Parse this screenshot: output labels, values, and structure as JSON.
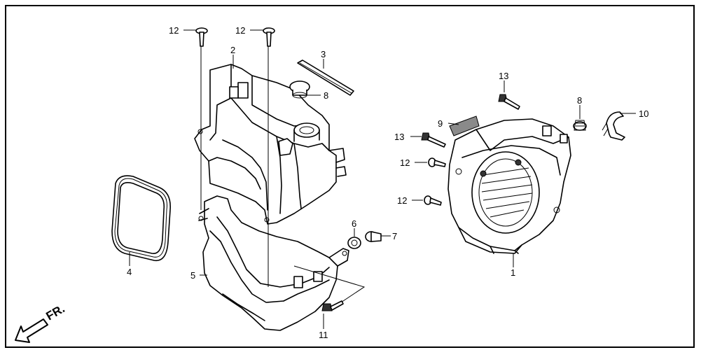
{
  "callouts": {
    "c1": "1",
    "c2": "2",
    "c3": "3",
    "c4": "4",
    "c5": "5",
    "c6": "6",
    "c7": "7",
    "c8a": "8",
    "c8b": "8",
    "c9": "9",
    "c10": "10",
    "c11": "11",
    "c12a": "12",
    "c12b": "12",
    "c12c": "12",
    "c12d": "12",
    "c13a": "13",
    "c13b": "13"
  },
  "direction_label": "FR."
}
